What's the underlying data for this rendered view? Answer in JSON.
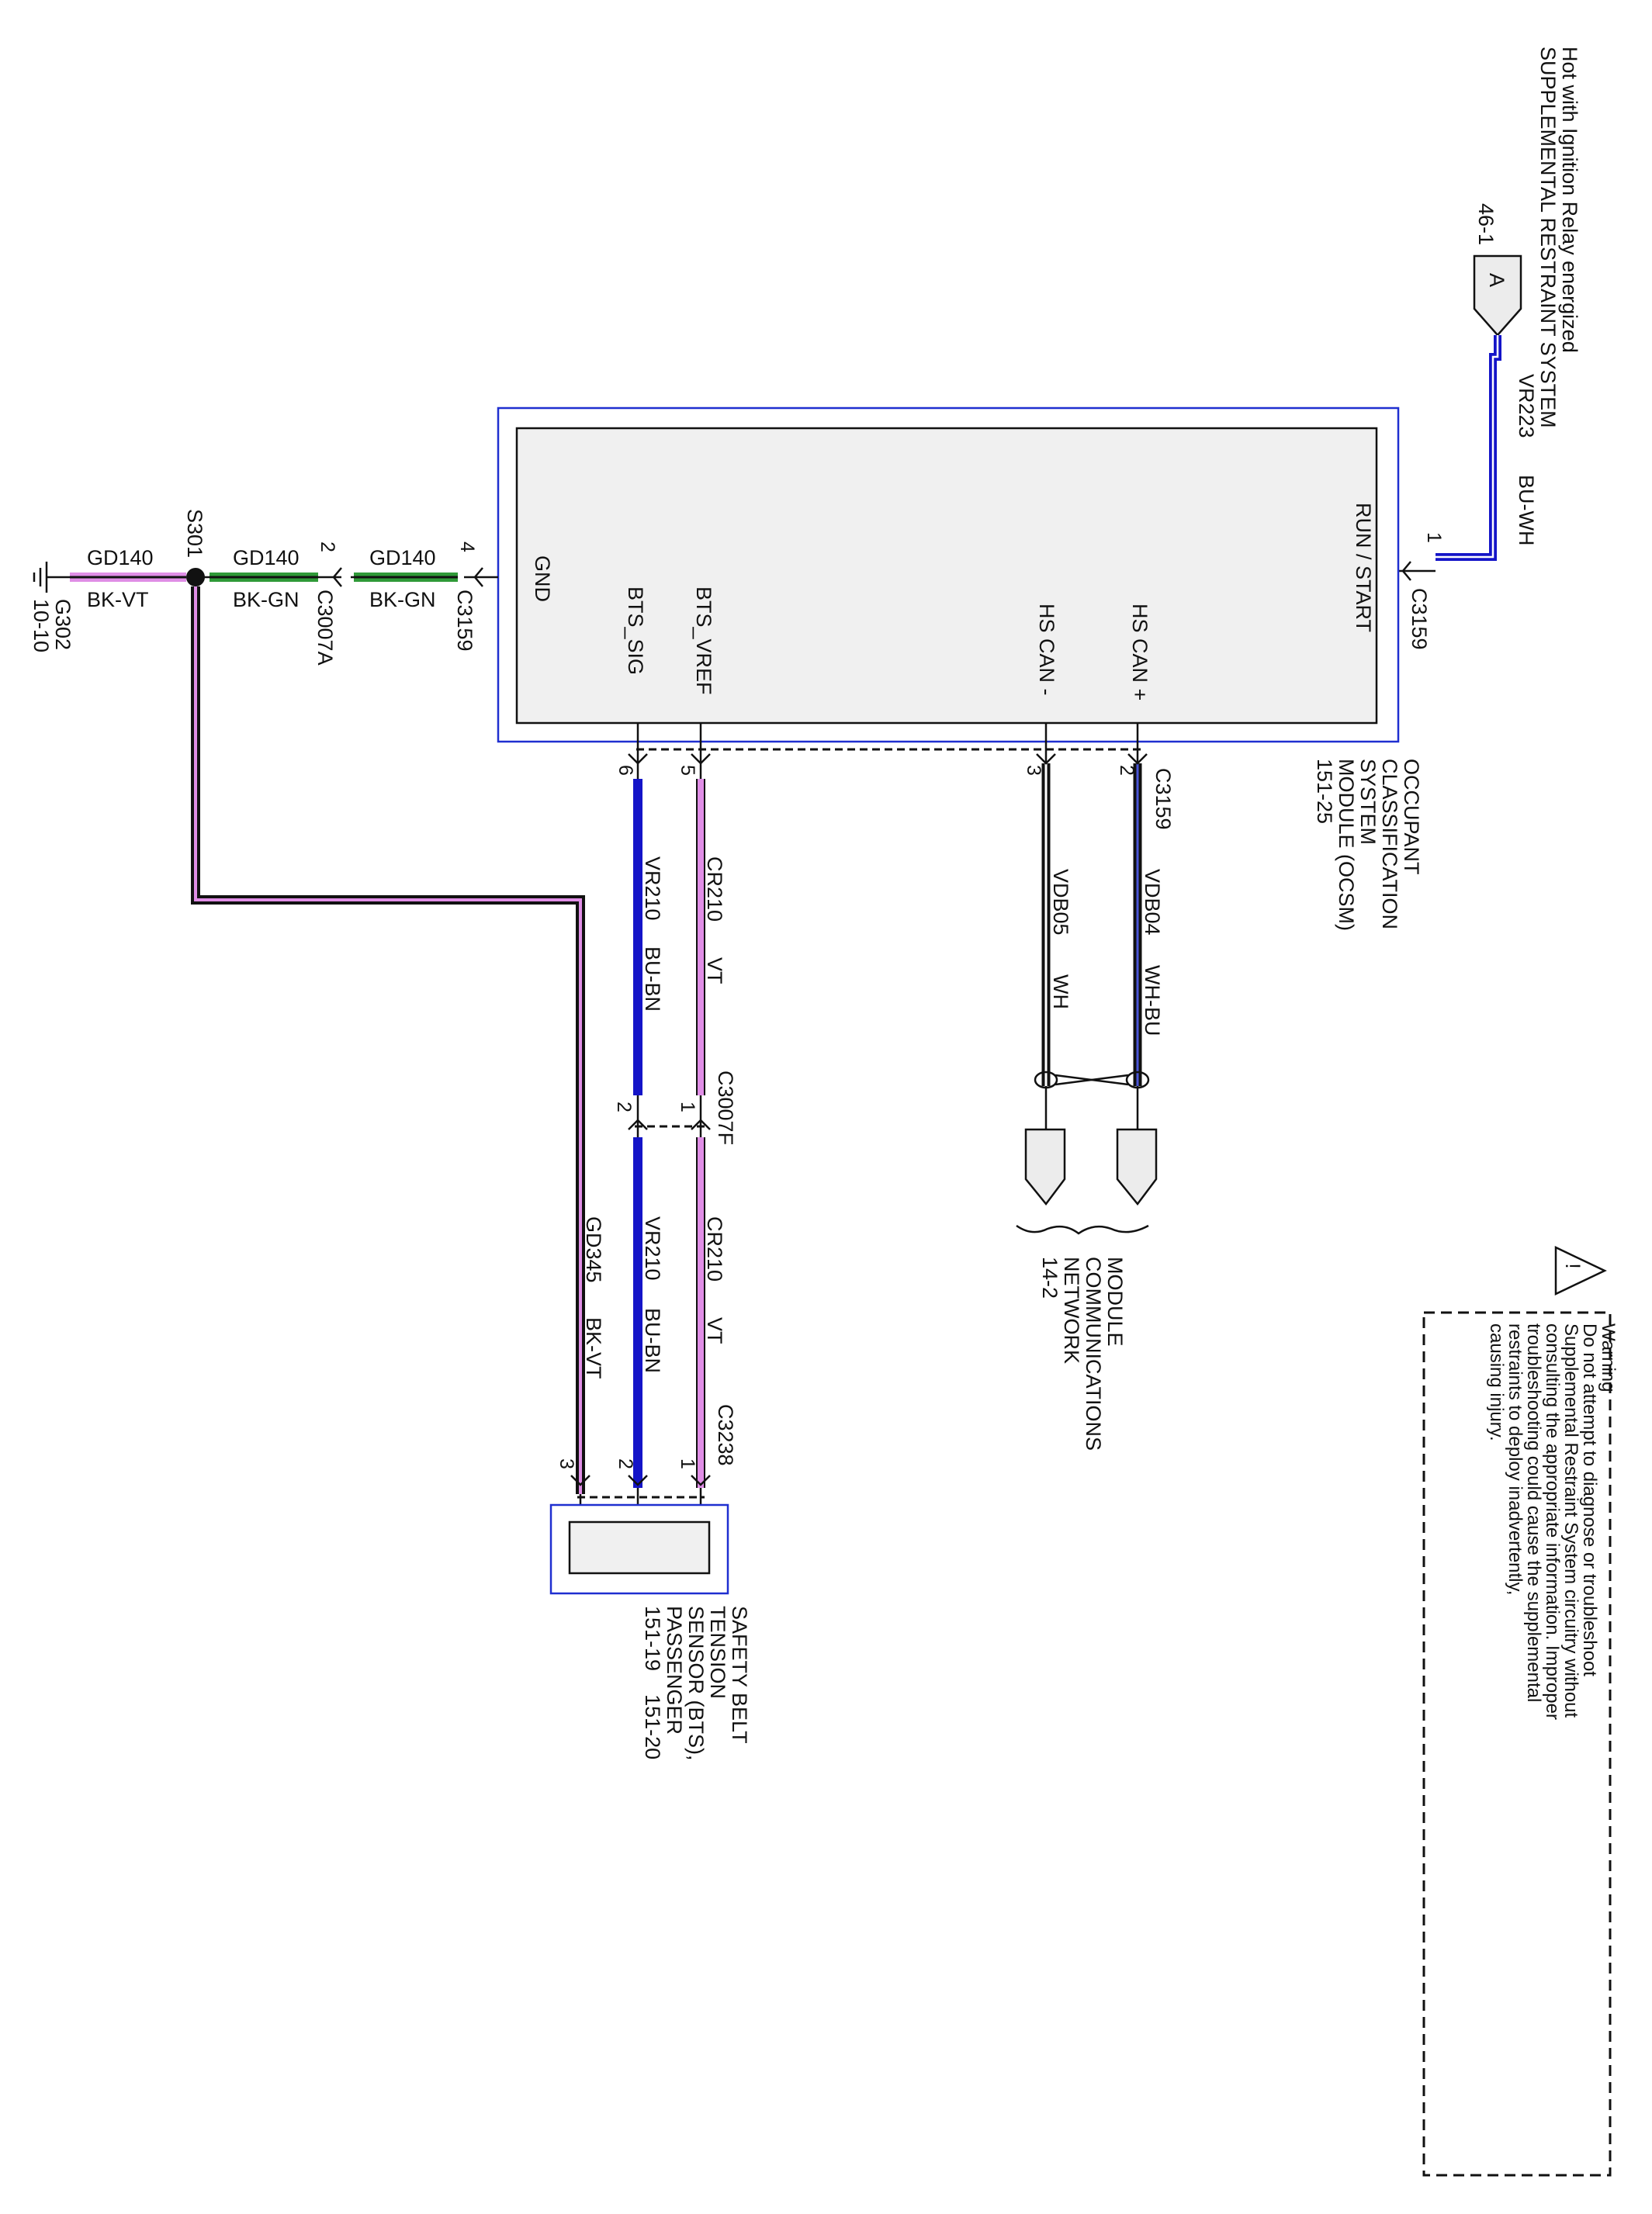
{
  "power_source": {
    "line1": "Hot with Ignition Relay energized",
    "line2": "SUPPLEMENTAL RESTRAINT SYSTEM",
    "ref": "46-1",
    "connector_letter": "A"
  },
  "power_wire": {
    "circuit": "VR223",
    "color": "BU-WH",
    "pin": "1",
    "connector": "C3159"
  },
  "module": {
    "name_lines": [
      "OCCUPANT",
      "CLASSIFICATION",
      "SYSTEM",
      "MODULE (OCSM)",
      "151-25"
    ],
    "pins": {
      "run_start": "RUN / START",
      "gnd": "GND",
      "hs_can_plus": "HS CAN +",
      "hs_can_minus": "HS CAN -",
      "bts_vref": "BTS_VREF",
      "bts_sig": "BTS_SIG"
    },
    "connector": "C3159"
  },
  "ground_path": {
    "w1": {
      "circuit": "GD140",
      "color": "BK-GN",
      "pin": "4",
      "connector": "C3159"
    },
    "w2": {
      "circuit": "GD140",
      "color": "BK-GN",
      "pin": "2",
      "connector": "C3007A"
    },
    "splice": "S301",
    "w3": {
      "circuit": "GD140",
      "color": "BK-VT"
    },
    "ground": {
      "id": "G302",
      "ref": "10-10"
    }
  },
  "can_wires": {
    "pin_plus": "2",
    "pin_minus": "3",
    "plus": {
      "circuit": "VDB04",
      "color": "WH-BU"
    },
    "minus": {
      "circuit": "VDB05",
      "color": "WH"
    },
    "network_lines": [
      "MODULE",
      "COMMUNICATIONS",
      "NETWORK",
      "14-2"
    ]
  },
  "bts_wires": {
    "pin_vref": "5",
    "pin_sig": "6",
    "vref": {
      "circuit": "CR210",
      "color": "VT"
    },
    "sig": {
      "circuit": "VR210",
      "color": "BU-BN"
    },
    "inline_connector": "C3007F",
    "inline_pin_vref": "1",
    "inline_pin_sig": "2",
    "vref2": {
      "circuit": "CR210",
      "color": "VT"
    },
    "sig2": {
      "circuit": "VR210",
      "color": "BU-BN"
    },
    "gnd2": {
      "circuit": "GD345",
      "color": "BK-VT"
    },
    "sensor_connector": "C3238",
    "sensor_pin_1": "1",
    "sensor_pin_2": "2",
    "sensor_pin_3": "3"
  },
  "sensor": {
    "name_lines": [
      "SAFETY BELT",
      "TENSION",
      "SENSOR (BTS),",
      "PASSENGER",
      "151-19    151-20"
    ]
  },
  "warning": {
    "symbol": "!",
    "lines": [
      "Warning",
      "Do not attempt to diagnose or troubleshoot",
      "Supplemental Restraint System circuitry without",
      "consulting the appropriate information. Improper",
      "troubleshooting could cause the supplemental",
      "restraints to deploy inadvertently,",
      "causing injury."
    ]
  },
  "colors": {
    "module_border": "#1f2fd0",
    "blue_wire": "#1414c8",
    "violet_wire": "#e08ee6",
    "green_wire": "#2f9a38",
    "black_wire": "#111111"
  }
}
